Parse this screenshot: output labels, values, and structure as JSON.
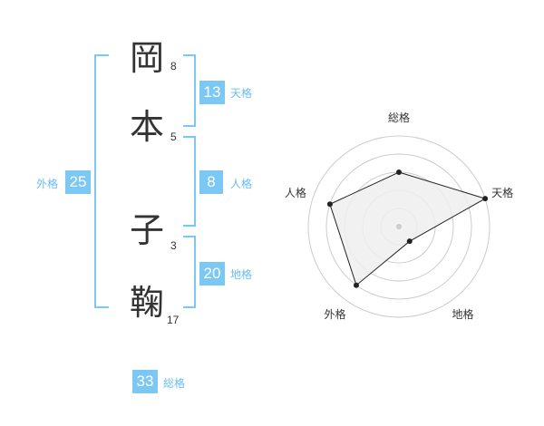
{
  "name": {
    "chars": [
      {
        "char": "岡",
        "strokes": "8"
      },
      {
        "char": "本",
        "strokes": "5"
      },
      {
        "char": "子",
        "strokes": "3"
      },
      {
        "char": "鞠",
        "strokes": "17"
      }
    ]
  },
  "fortunes": {
    "tenkaku": {
      "value": "13",
      "label": "天格"
    },
    "jinkaku": {
      "value": "8",
      "label": "人格"
    },
    "chikaku": {
      "value": "20",
      "label": "地格"
    },
    "gaikaku": {
      "value": "25",
      "label": "外格"
    },
    "soukaku": {
      "value": "33",
      "label": "総格"
    }
  },
  "chart_data": {
    "type": "radar",
    "axes": [
      "総格",
      "天格",
      "地格",
      "外格",
      "人格"
    ],
    "values": [
      3,
      5,
      1,
      4,
      4
    ],
    "rmax": 5,
    "rings": 5,
    "colors": {
      "fill": "#eeeeee",
      "line": "#222222",
      "ring": "#cccccc"
    }
  },
  "colors": {
    "accent": "#7cc8f5",
    "label": "#6bbcf0"
  }
}
